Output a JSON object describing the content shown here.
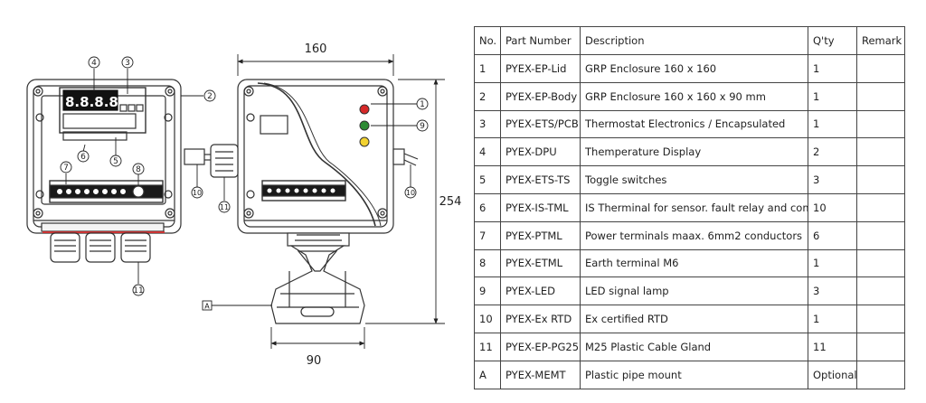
{
  "drawing": {
    "dim_width": "160",
    "dim_height": "254",
    "dim_base": "90",
    "mount_label": "A",
    "display_digits": "8.8.8.8",
    "lid_callouts": [
      "4",
      "3",
      "2",
      "6",
      "5",
      "7",
      "8",
      "11"
    ],
    "side_callouts": [
      "1",
      "9",
      "10",
      "11",
      "10"
    ],
    "led_colors": [
      "#d62828",
      "#2d8a34",
      "#f2d230"
    ],
    "body_stroke": "#333333"
  },
  "table": {
    "headers": [
      "No.",
      "Part Number",
      "Description",
      "Q'ty",
      "Remark"
    ],
    "rows": [
      {
        "no": "1",
        "part": "PYEX-EP-Lid",
        "desc": "GRP Enclosure 160 x 160",
        "qty": "1",
        "remark": ""
      },
      {
        "no": "2",
        "part": "PYEX-EP-Body",
        "desc": "GRP Enclosure 160 x 160 x 90 mm",
        "qty": "1",
        "remark": ""
      },
      {
        "no": "3",
        "part": "PYEX-ETS/PCB",
        "desc": "Thermostat Electronics / Encapsulated",
        "qty": "1",
        "remark": ""
      },
      {
        "no": "4",
        "part": "PYEX-DPU",
        "desc": "Themperature Display",
        "qty": "2",
        "remark": ""
      },
      {
        "no": "5",
        "part": "PYEX-ETS-TS",
        "desc": "Toggle switches",
        "qty": "3",
        "remark": ""
      },
      {
        "no": "6",
        "part": "PYEX-IS-TML",
        "desc": "IS Therminal for sensor. fault relay and comm.",
        "qty": "10",
        "remark": ""
      },
      {
        "no": "7",
        "part": "PYEX-PTML",
        "desc": "Power terminals maax. 6mm2 conductors",
        "qty": "6",
        "remark": ""
      },
      {
        "no": "8",
        "part": "PYEX-ETML",
        "desc": "Earth terminal M6",
        "qty": "1",
        "remark": ""
      },
      {
        "no": "9",
        "part": "PYEX-LED",
        "desc": "LED signal lamp",
        "qty": "3",
        "remark": ""
      },
      {
        "no": "10",
        "part": "PYEX-Ex RTD",
        "desc": "Ex certified RTD",
        "qty": "1",
        "remark": ""
      },
      {
        "no": "11",
        "part": "PYEX-EP-PG25",
        "desc": "M25 Plastic Cable Gland",
        "qty": "11",
        "remark": ""
      },
      {
        "no": "A",
        "part": "PYEX-MEMT",
        "desc": "Plastic pipe mount",
        "qty": "Optional",
        "remark": ""
      }
    ]
  }
}
